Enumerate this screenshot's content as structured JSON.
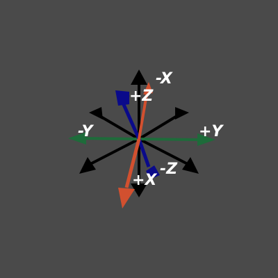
{
  "gizmo": {
    "labels": {
      "neg_x": "-X",
      "pos_x": "+X",
      "pos_y": "+Y",
      "neg_y": "-Y",
      "pos_z": "+Z",
      "neg_z": "-Z"
    },
    "colors": {
      "background": "#4a4a4a",
      "x_axis": "#d2502f",
      "y_axis": "#1e6b3a",
      "z_axis": "#0a0a8a",
      "reference_axes": "#000000",
      "label": "#ffffff"
    }
  }
}
